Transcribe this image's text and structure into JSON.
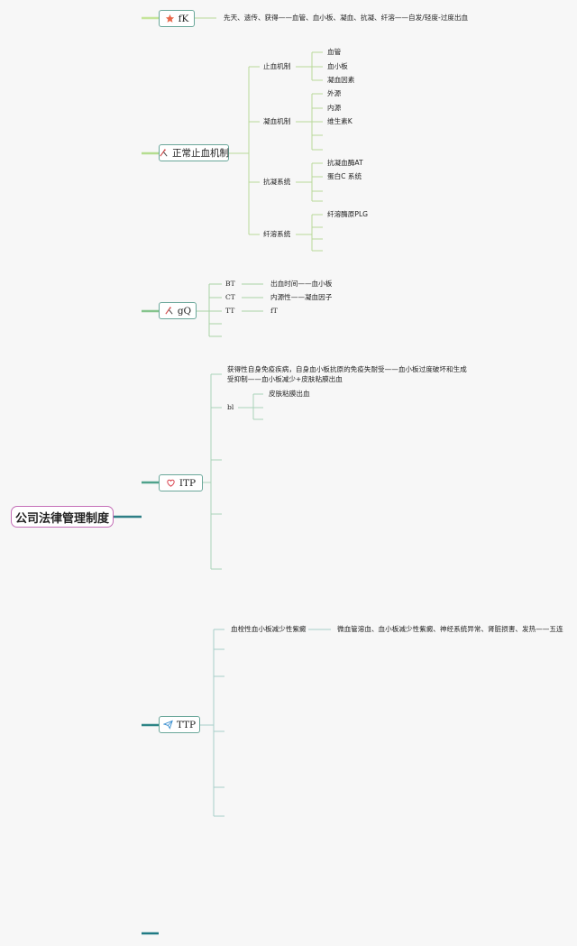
{
  "root": {
    "label": "公司法律管理制度"
  },
  "branches": {
    "fk": {
      "label": "fK",
      "icon": "star-icon",
      "items": [
        "先天、遗传、获得——血管、血小板、凝血、抗凝、纤溶——自发/轻度-过度出血"
      ]
    },
    "hemostasis": {
      "label": "正常止血机制",
      "icon": "crossed-pens-icon",
      "groups": [
        {
          "label": "止血机制",
          "items": [
            "血管",
            "血小板",
            "凝血因素"
          ]
        },
        {
          "label": "凝血机制",
          "items": [
            "外源",
            "内源",
            "维生素K"
          ]
        },
        {
          "label": "抗凝系统",
          "items": [
            "抗凝血酶AT",
            "蛋白C 系统"
          ]
        },
        {
          "label": "纤溶系统",
          "items": [
            "纤溶酶原PLG"
          ]
        }
      ]
    },
    "gq": {
      "label": "gQ",
      "icon": "crossed-pens-icon",
      "rows": [
        {
          "code": "BT",
          "desc": "出血时间——血小板"
        },
        {
          "code": "CT",
          "desc": "内源性——凝血因子"
        },
        {
          "code": "TT",
          "desc": "fT"
        }
      ]
    },
    "itp": {
      "label": "ITP",
      "icon": "heart-icon",
      "description_line1": "获得性自身免疫疾病，自身血小板抗原的免疫失耐受——血小板过度破坏和生成",
      "description_line2": "受抑制——血小板减少+皮肤粘膜出血",
      "sub_label": "bl",
      "sub_items": [
        "皮肤粘膜出血"
      ]
    },
    "ttp": {
      "label": "TTP",
      "icon": "paper-plane-icon",
      "item_label": "血栓性血小板减少性紫癜",
      "item_desc": "微血管溶血、血小板减少性紫癜、神经系统异常、肾脏损害、发热——五连"
    }
  },
  "colors": {
    "spine": "#2e7f86",
    "spine_light": "#a9d67a",
    "leaf_line": "#b9d99a",
    "root_border": "#c46fb7",
    "branch_border": "#6aa79a",
    "star": "#e8674a",
    "heart": "#d9434f",
    "plane": "#3a8fcf",
    "pen": "#d04848"
  }
}
